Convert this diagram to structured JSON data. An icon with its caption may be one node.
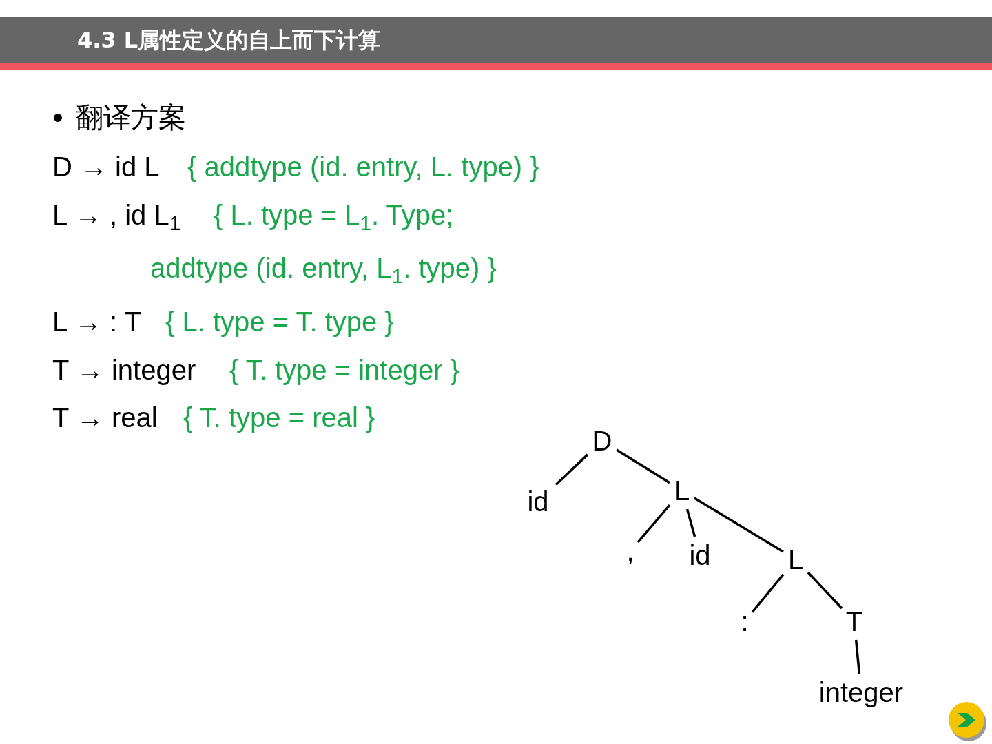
{
  "diagram": {
    "title": "4.3 L属性定义的自上而下计算",
    "nodes": [
      {
        "text": [
          "D"
        ]
      },
      {
        "text": [
          "id"
        ]
      },
      {
        "text": [
          "L"
        ]
      },
      {
        "text": [
          ","
        ]
      },
      {
        "text": [
          "id"
        ]
      },
      {
        "text": [
          "L"
        ]
      },
      {
        "text": [
          ":"
        ]
      },
      {
        "text": [
          "T"
        ]
      },
      {
        "text": [
          "integer"
        ]
      }
    ],
    "edges": [
      {
        "from": 0,
        "to": 1,
        "arrow": "none"
      },
      {
        "from": 0,
        "to": 2,
        "arrow": "none"
      },
      {
        "from": 2,
        "to": 3,
        "arrow": "none"
      },
      {
        "from": 2,
        "to": 4,
        "arrow": "none"
      },
      {
        "from": 2,
        "to": 5,
        "arrow": "none"
      },
      {
        "from": 5,
        "to": 6,
        "arrow": "none"
      },
      {
        "from": 5,
        "to": 7,
        "arrow": "none"
      },
      {
        "from": 7,
        "to": 8,
        "arrow": "none"
      }
    ],
    "labels": [
      "翻译方案",
      "D → id L",
      "{ addtype (id. entry, L. type) }",
      "L → , id L$_{1}$",
      "{ L. type = L$_{1}$. Type;",
      "addtype (id. entry, L$_{1}$. type) }",
      "L → : T",
      "{ L. type = T. type }",
      "T → integer",
      "{ T. type = integer }",
      "T → real",
      "{ T. type = real }"
    ]
  }
}
